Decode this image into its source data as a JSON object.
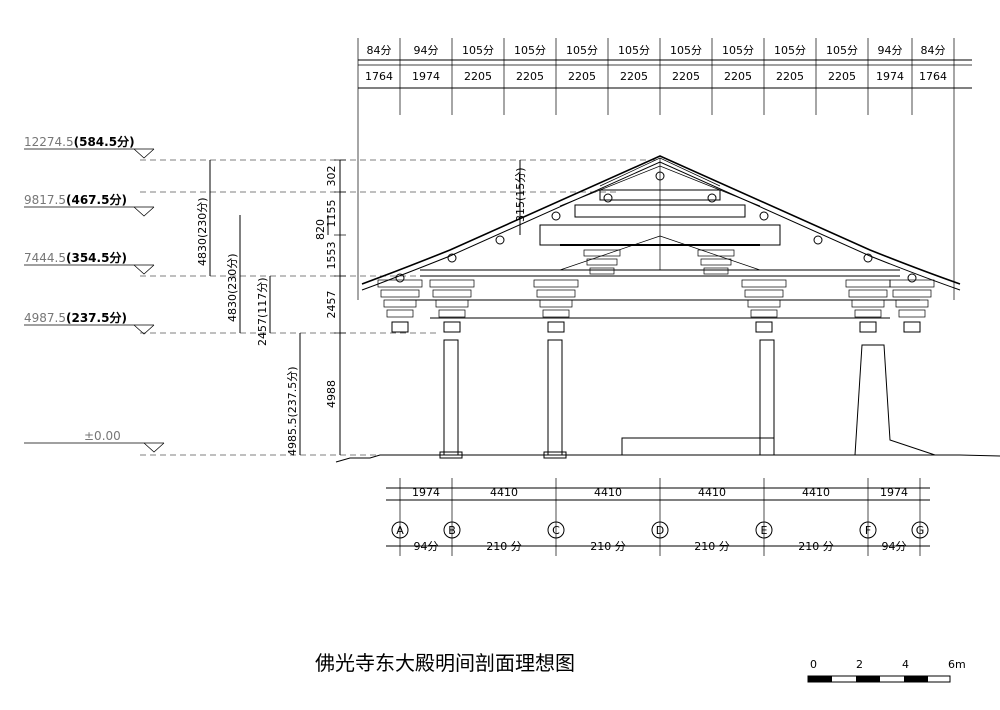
{
  "title": "佛光寺东大殿明间剖面理想图",
  "top_fen": [
    "84分",
    "94分",
    "105分",
    "105分",
    "105分",
    "105分",
    "105分",
    "105分",
    "105分",
    "105分",
    "94分",
    "84分"
  ],
  "top_mm": [
    "1764",
    "1974",
    "2205",
    "2205",
    "2205",
    "2205",
    "2205",
    "2205",
    "2205",
    "2205",
    "1974",
    "1764"
  ],
  "levels": [
    {
      "value": "12274.5",
      "fen": "(584.5分)"
    },
    {
      "value": "9817.5",
      "fen": "(467.5分)"
    },
    {
      "value": "7444.5",
      "fen": "(354.5分)"
    },
    {
      "value": "4987.5",
      "fen": "(237.5分)"
    },
    {
      "value": "±0.00",
      "fen": ""
    }
  ],
  "vertical_dims": {
    "a": "4830(230分)",
    "b": "4830(230分)",
    "c": "2457(117分)",
    "d": "4985.5(237.5分)",
    "e": "820",
    "f": "315(15分)",
    "stack": [
      "302",
      "1155",
      "1553",
      "2457",
      "4988"
    ]
  },
  "bottom_mm": [
    "1974",
    "4410",
    "4410",
    "4410",
    "4410",
    "1974"
  ],
  "bottom_fen": [
    "94分",
    "210 分",
    "210 分",
    "210 分",
    "210 分",
    "94分"
  ],
  "axes": [
    "A",
    "B",
    "C",
    "D",
    "E",
    "F",
    "G"
  ],
  "scale": {
    "ticks": [
      "0",
      "2",
      "4",
      "6m"
    ]
  }
}
